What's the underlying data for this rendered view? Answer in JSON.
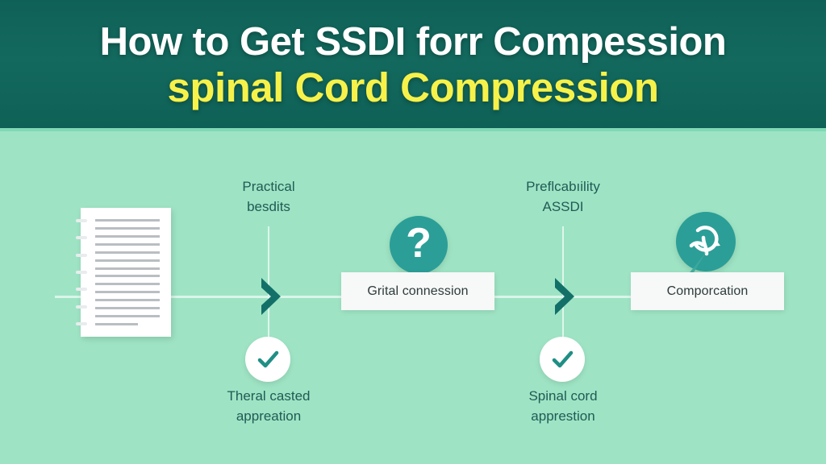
{
  "header": {
    "title_line_1": "How to Get SSDI forr Compession",
    "title_line_2": "spinal Cord Compression",
    "background_color": "#13695e",
    "line_1_color": "#ffffff",
    "line_2_color": "#f7f24a"
  },
  "canvas": {
    "background_color": "#9ee4c4",
    "accent_color": "#2b9e97",
    "line_color": "#ffffff",
    "text_color": "#205b56"
  },
  "flow": {
    "document_icon": {
      "name": "document-icon",
      "line_count": 14
    },
    "labels": {
      "top_1": {
        "line_1": "Practical",
        "line_2": "besdits"
      },
      "top_2": {
        "line_1": "Preflcabıility",
        "line_2": "ASSDI"
      },
      "bottom_1": {
        "line_1": "Theral casted",
        "line_2": "appreation"
      },
      "bottom_2": {
        "line_1": "Spinal cord",
        "line_2": "apprestion"
      }
    },
    "cards": [
      {
        "label": "Grital connession",
        "icon": "question-mark-icon"
      },
      {
        "label": "Comporcation",
        "icon": "process-refresh-icon"
      }
    ],
    "arrows": [
      {
        "icon": "chevron-right-icon"
      },
      {
        "icon": "chevron-right-icon"
      }
    ],
    "checks": [
      {
        "icon": "check-icon"
      },
      {
        "icon": "check-icon"
      }
    ]
  }
}
